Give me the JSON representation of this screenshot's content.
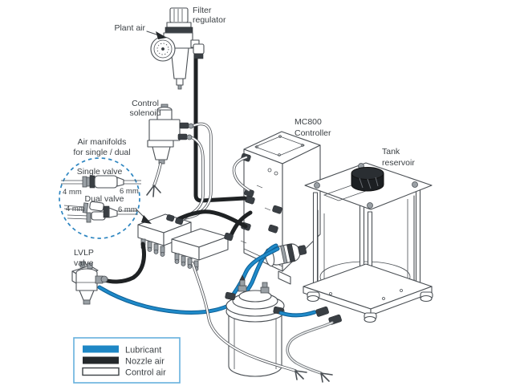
{
  "diagram": {
    "labels": {
      "plant_air": "Plant air",
      "filter_regulator_line1": "Filter",
      "filter_regulator_line2": "regulator",
      "control_solenoid_line1": "Control",
      "control_solenoid_line2": "solenoid",
      "mc800_line1": "MC800",
      "mc800_line2": "Controller",
      "tank_line1": "Tank",
      "tank_line2": "reservoir",
      "lvlp_line1": "LVLP",
      "lvlp_line2": "valve"
    },
    "callout": {
      "heading_line1": "Air manifolds",
      "heading_line2": "for single / dual",
      "single_valve": {
        "label": "Single valve",
        "size_left": "4 mm",
        "size_right": "6 mm"
      },
      "dual_valve": {
        "label": "Dual valve",
        "size_left": "4 mm",
        "size_right": "6 mm"
      }
    },
    "legend": {
      "items": [
        {
          "label": "Lubricant",
          "color": "#1e87c5"
        },
        {
          "label": "Nozzle air",
          "color": "#24282b"
        },
        {
          "label": "Control air",
          "color": "#ffffff"
        }
      ]
    },
    "colors": {
      "lubricant": "#1e87c5",
      "nozzle_air": "#24282b",
      "control_air": "#ffffff",
      "line_art": "#4a4f54",
      "legend_border": "#66b0dd",
      "callout_dash": "#2e86c1"
    }
  }
}
